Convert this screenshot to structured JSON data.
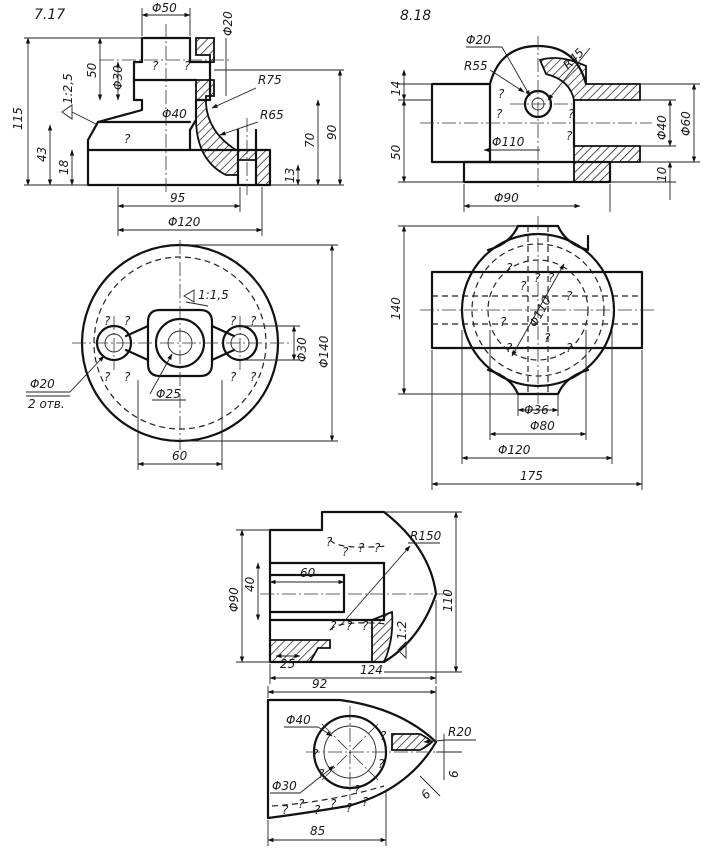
{
  "task_labels": {
    "left": "7.17",
    "right": "8.18"
  },
  "fig717": {
    "front": {
      "phi50": "Φ50",
      "phi20": "Φ20",
      "phi30": "Φ30",
      "d50": "50",
      "taper": "1:2,5",
      "r75": "R75",
      "r65": "R65",
      "phi40": "Φ40",
      "d115": "115",
      "d43": "43",
      "d18": "18",
      "d70": "70",
      "d90": "90",
      "d13": "13",
      "d95": "95",
      "phi120": "Φ120"
    },
    "top": {
      "taper": "1:1,5",
      "phi30": "Φ30",
      "phi140": "Φ140",
      "phi20": "Φ20",
      "holes": "2 отв.",
      "phi25": "Φ25",
      "d60": "60"
    }
  },
  "fig818": {
    "front": {
      "phi20": "Φ20",
      "r55": "R55",
      "r45": "R45",
      "d14": "14",
      "d50": "50",
      "phi110": "Φ110",
      "phi40": "Φ40",
      "phi60": "Φ60",
      "d10": "10",
      "phi90": "Φ90"
    },
    "top": {
      "d140": "140",
      "phi110": "Φ110",
      "phi36": "Φ36",
      "phi80": "Φ80",
      "phi120": "Φ120",
      "d175": "175"
    }
  },
  "fig3": {
    "front": {
      "r150": "R150",
      "phi90": "Φ90",
      "d40": "40",
      "d60": "60",
      "d110": "110",
      "taper": "1:2",
      "d25": "25",
      "d124": "124"
    },
    "top": {
      "d92": "92",
      "phi40": "Φ40",
      "r20": "R20",
      "phi30": "Φ30",
      "d6a": "6",
      "d6b": "6",
      "d85": "85"
    }
  },
  "symbols": {
    "question": "?"
  }
}
